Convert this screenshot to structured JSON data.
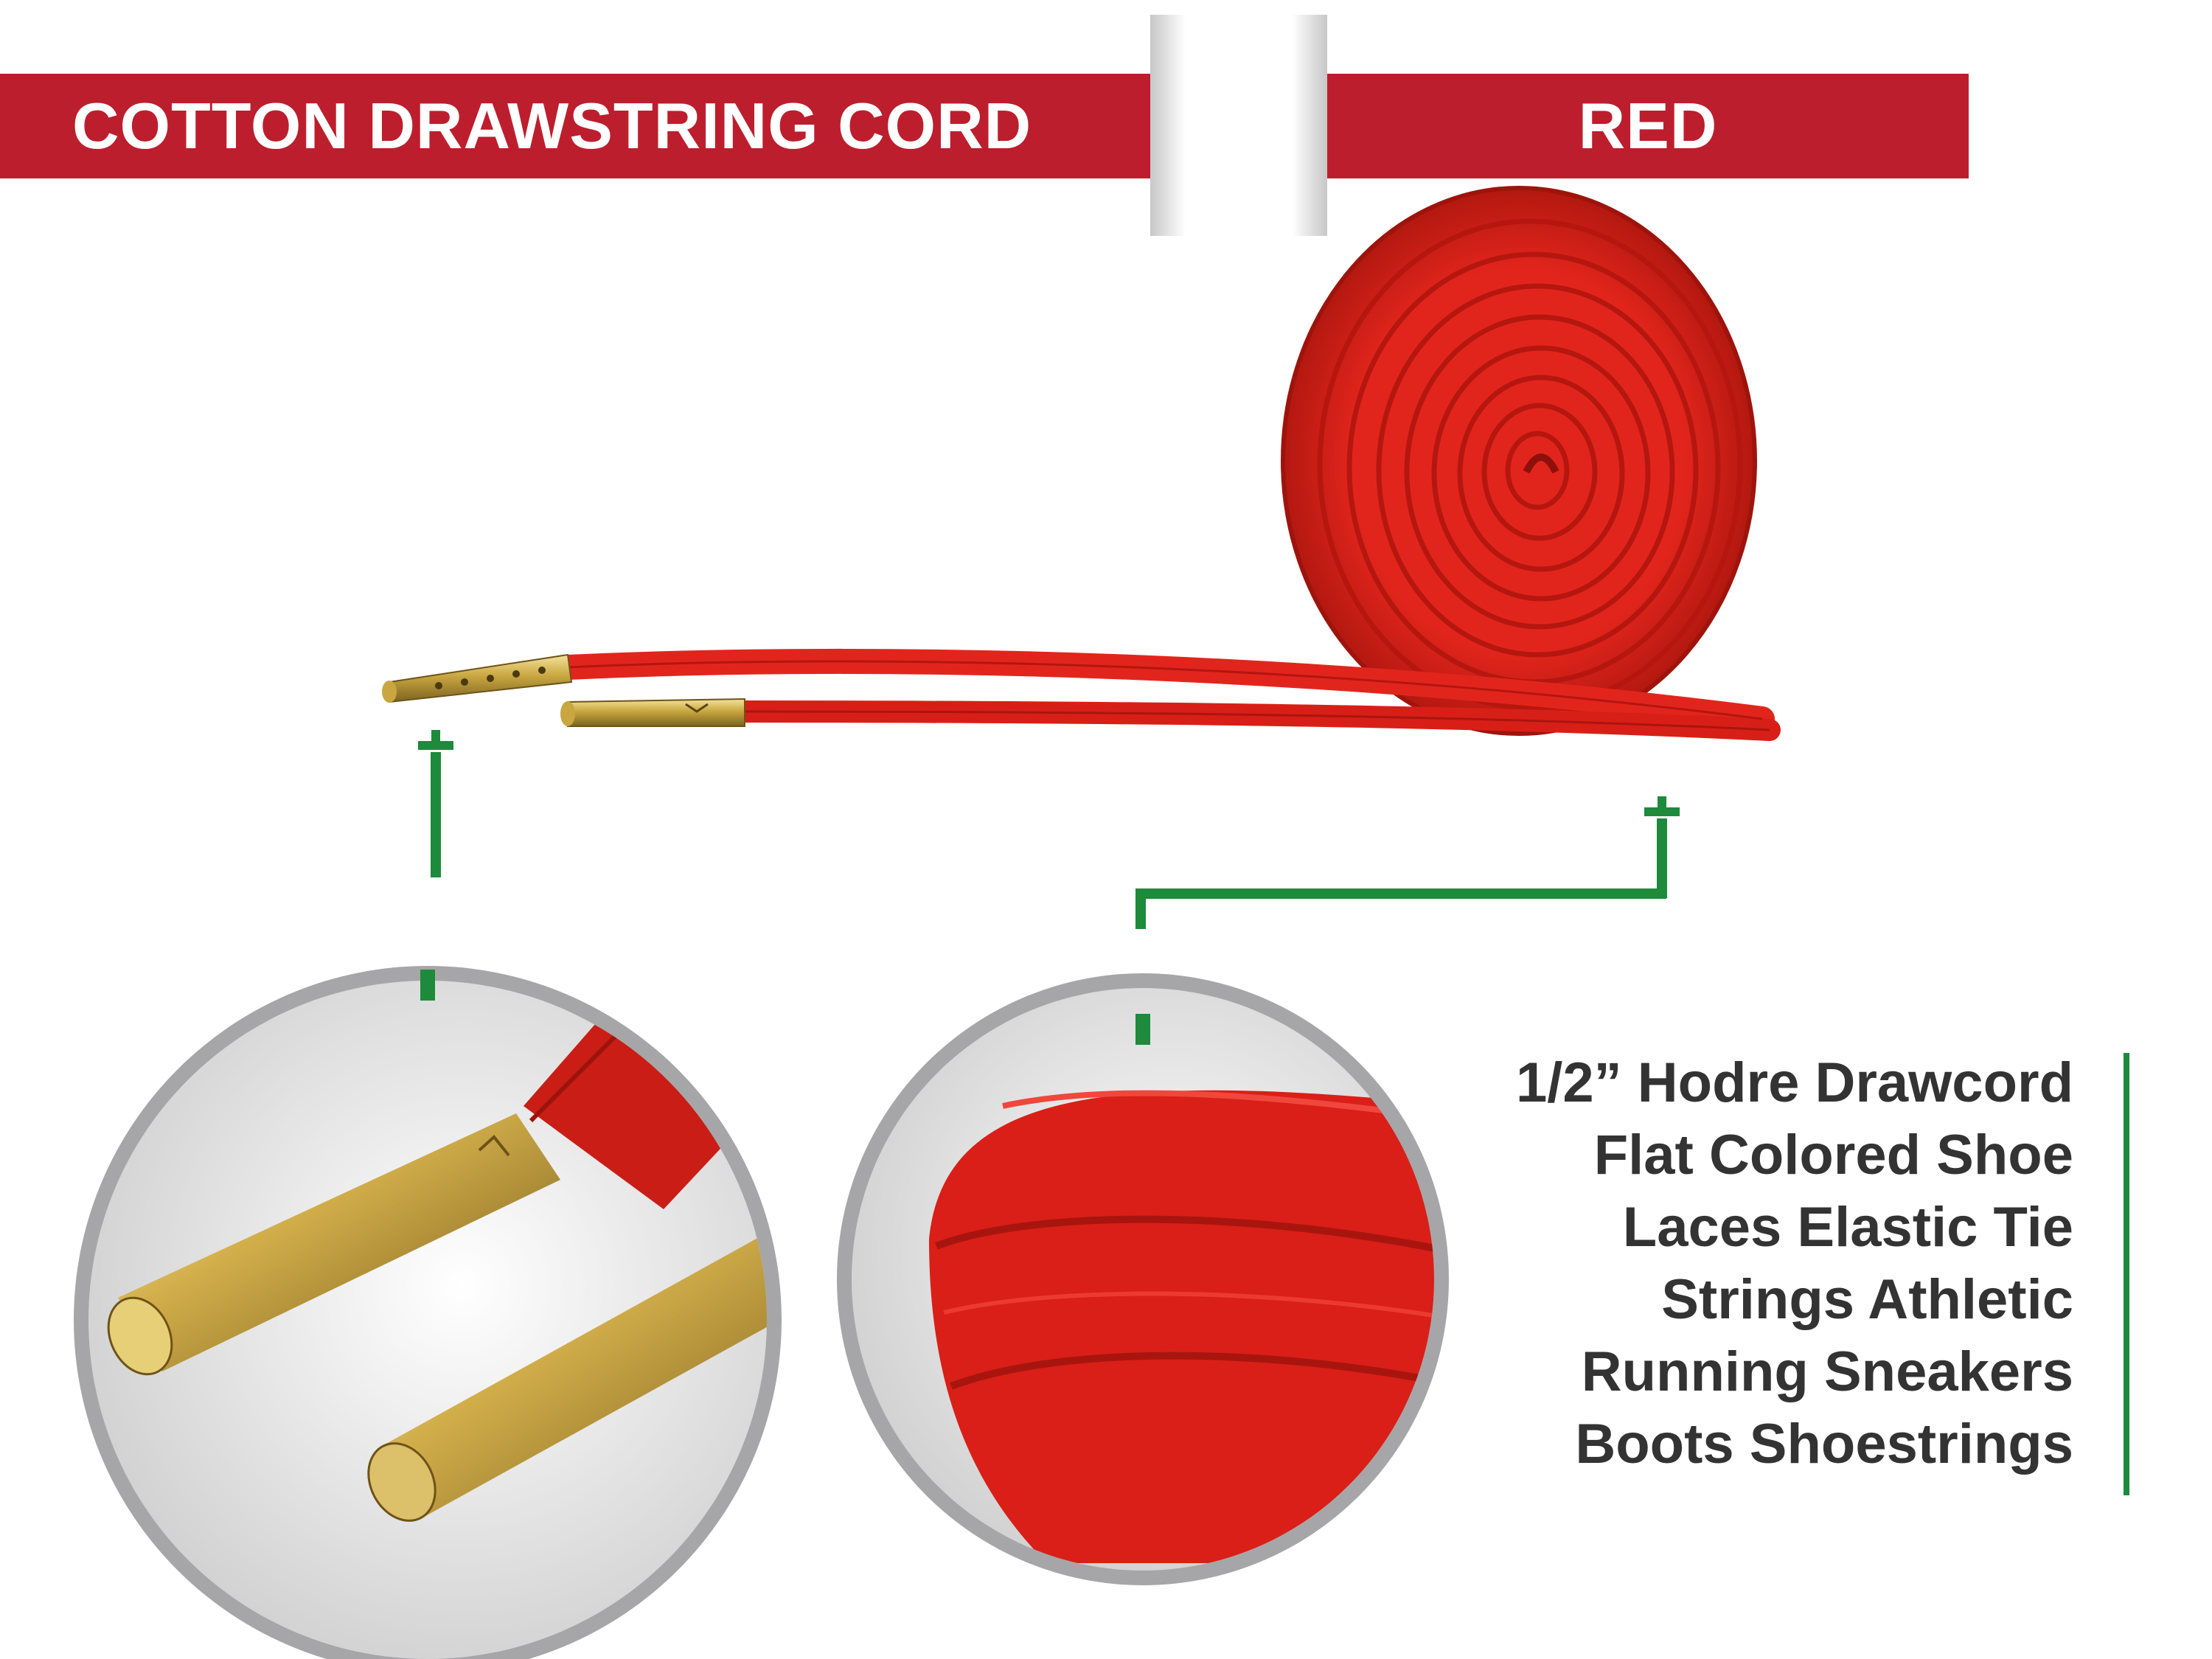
{
  "banner": {
    "title": "COTTON DRAWSTRING CORD",
    "color_label": "RED"
  },
  "description": {
    "lines": [
      "1/2” Hodre Drawcord",
      "Flat Colored Shoe",
      "Laces Elastic Tie",
      "Strings Athletic",
      "Running Sneakers",
      "Boots Shoestrings"
    ]
  },
  "colors": {
    "banner": "#bd1e2d",
    "cord": "#e2251c",
    "accent_arrow": "#1d8a3c",
    "aglet": "#c9a640",
    "text": "#333333"
  },
  "icons": [
    "arrow-up-icon"
  ]
}
